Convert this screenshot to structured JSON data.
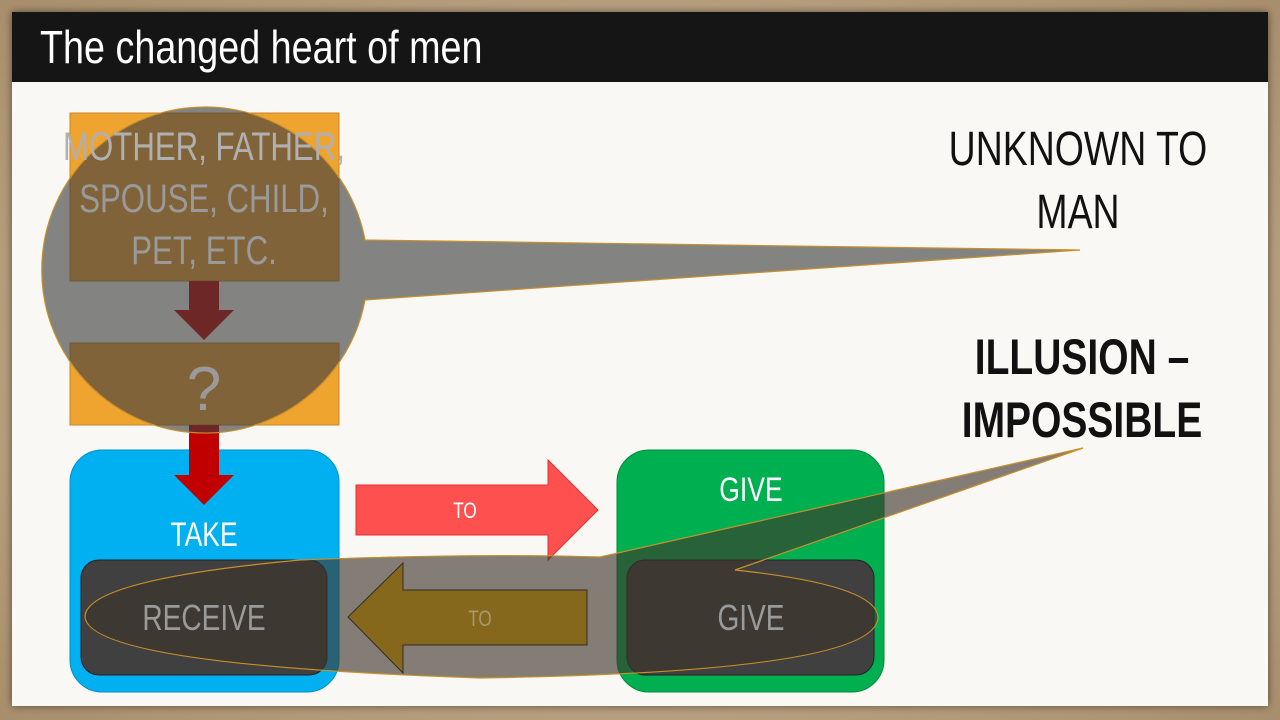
{
  "title": "The changed heart of men",
  "boxes": {
    "relations": "MOTHER, FATHER, SPOUSE, CHILD, PET, ETC.",
    "relations_lines": [
      "MOTHER, FATHER,",
      "SPOUSE, CHILD,",
      "PET, ETC."
    ],
    "unknown": "?",
    "take": "TAKE",
    "receive": "RECEIVE",
    "give_top": "GIVE",
    "give_inner": "GIVE"
  },
  "arrows": {
    "right_label": "TO",
    "left_label": "TO"
  },
  "callouts": {
    "unknown_lines": [
      "UNKNOWN TO",
      "MAN"
    ],
    "illusion_lines": [
      "ILLUSION –",
      "IMPOSSIBLE"
    ]
  },
  "colors": {
    "orange": "#f0a430",
    "blue": "#00b0f0",
    "green": "#00b050",
    "red_arrow": "#ff5050",
    "dark_red": "#c00000",
    "title_bar": "#151515"
  }
}
